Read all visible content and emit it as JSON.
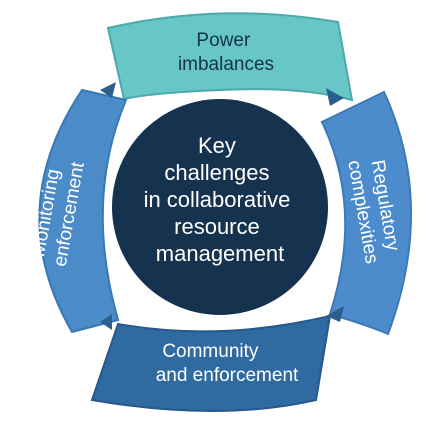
{
  "center": {
    "lines": [
      "Key",
      "challenges",
      "in collaborative",
      "resource",
      "management"
    ],
    "fill": "#15324f",
    "text_color": "#ffffff"
  },
  "segments": [
    {
      "id": "power",
      "lines": [
        "Power",
        "imbalances"
      ],
      "fill": "#67c6c6",
      "stroke": "#4ea9ad",
      "text_color": "#16324f"
    },
    {
      "id": "regulatory",
      "lines": [
        "Regulatory",
        "complexities"
      ],
      "fill": "#4c8ccd",
      "stroke": "#3d79b5",
      "text_color": "#ffffff"
    },
    {
      "id": "community",
      "lines": [
        "Community",
        "and enforcement"
      ],
      "fill": "#2f6aa0",
      "stroke": "#27598a",
      "text_color": "#ffffff"
    },
    {
      "id": "monitoring",
      "lines": [
        "Monitoring",
        "enforcement"
      ],
      "fill": "#4a8bc8",
      "stroke": "#3a78b3",
      "text_color": "#ffffff"
    }
  ],
  "arrow_color": "#2c5f8e"
}
